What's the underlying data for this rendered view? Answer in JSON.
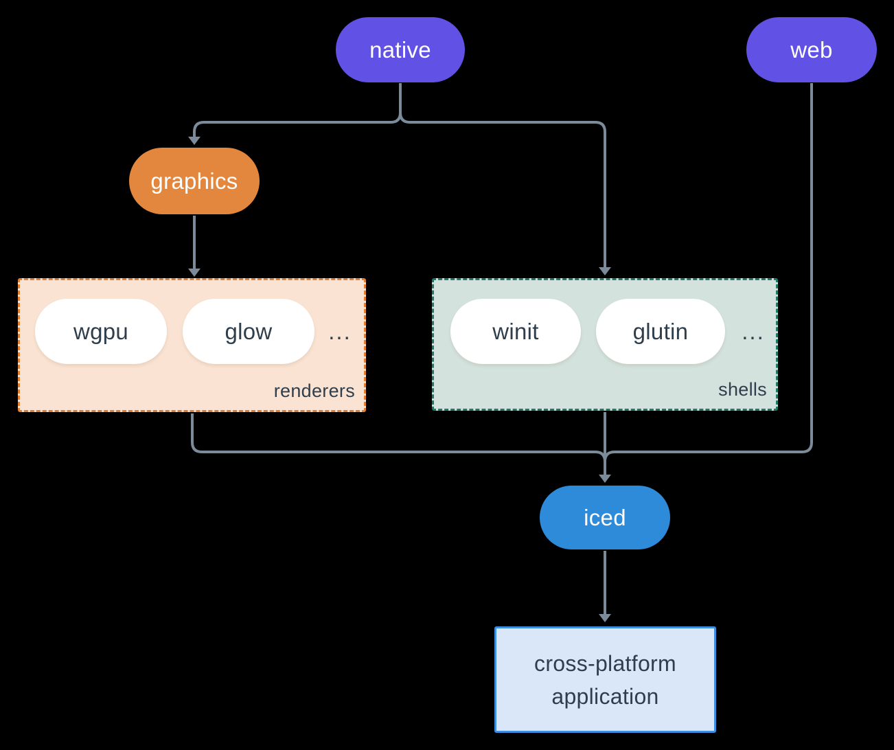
{
  "colors": {
    "background": "#000000",
    "node-purple": "#6152e5",
    "node-orange": "#e2873d",
    "node-blue": "#2e8bd9",
    "renderers-fill": "#fae3d2",
    "renderers-border": "#e07f36",
    "shells-fill": "#d3e2dc",
    "shells-border": "#1f7a6a",
    "app-fill": "#d9e7f8",
    "app-border": "#3c8fe0",
    "ink": "#2f3e4c",
    "light-text": "#ffffff",
    "connector": "#7b8b9a"
  },
  "nodes": {
    "native": {
      "label": "native"
    },
    "web": {
      "label": "web"
    },
    "graphics": {
      "label": "graphics"
    },
    "iced": {
      "label": "iced"
    },
    "application": {
      "line1": "cross-platform",
      "line2": "application"
    }
  },
  "groups": {
    "renderers": {
      "label": "renderers",
      "items": [
        {
          "label": "wgpu"
        },
        {
          "label": "glow"
        }
      ],
      "more": "..."
    },
    "shells": {
      "label": "shells",
      "items": [
        {
          "label": "winit"
        },
        {
          "label": "glutin"
        }
      ],
      "more": "..."
    }
  }
}
